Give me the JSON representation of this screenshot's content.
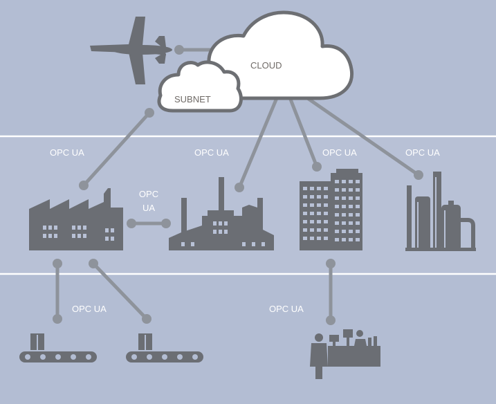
{
  "colors": {
    "background": "#b3bdd3",
    "band": "#b8c1d6",
    "divider": "#ffffff",
    "icon": "#6b6e74",
    "connector": "#8e939b",
    "cloud_fill": "#ffffff",
    "cloud_stroke": "#6d6f73",
    "label": "#ffffff",
    "cloud_label": "#6f6a66"
  },
  "clouds": {
    "cloud": "CLOUD",
    "subnet": "SUBNET"
  },
  "labels": {
    "factory1_link": "OPC UA",
    "factory2_link": "OPC UA",
    "building_link": "OPC UA",
    "refinery_link": "OPC UA",
    "factory_to_factory_line1": "OPC",
    "factory_to_factory_line2": "UA",
    "conveyors_link": "OPC UA",
    "workstation_link": "OPC UA"
  },
  "icons": [
    "airplane-icon",
    "factory-icon",
    "factory-chimneys-icon",
    "office-buildings-icon",
    "refinery-icon",
    "conveyor-icon",
    "workstation-icon"
  ]
}
